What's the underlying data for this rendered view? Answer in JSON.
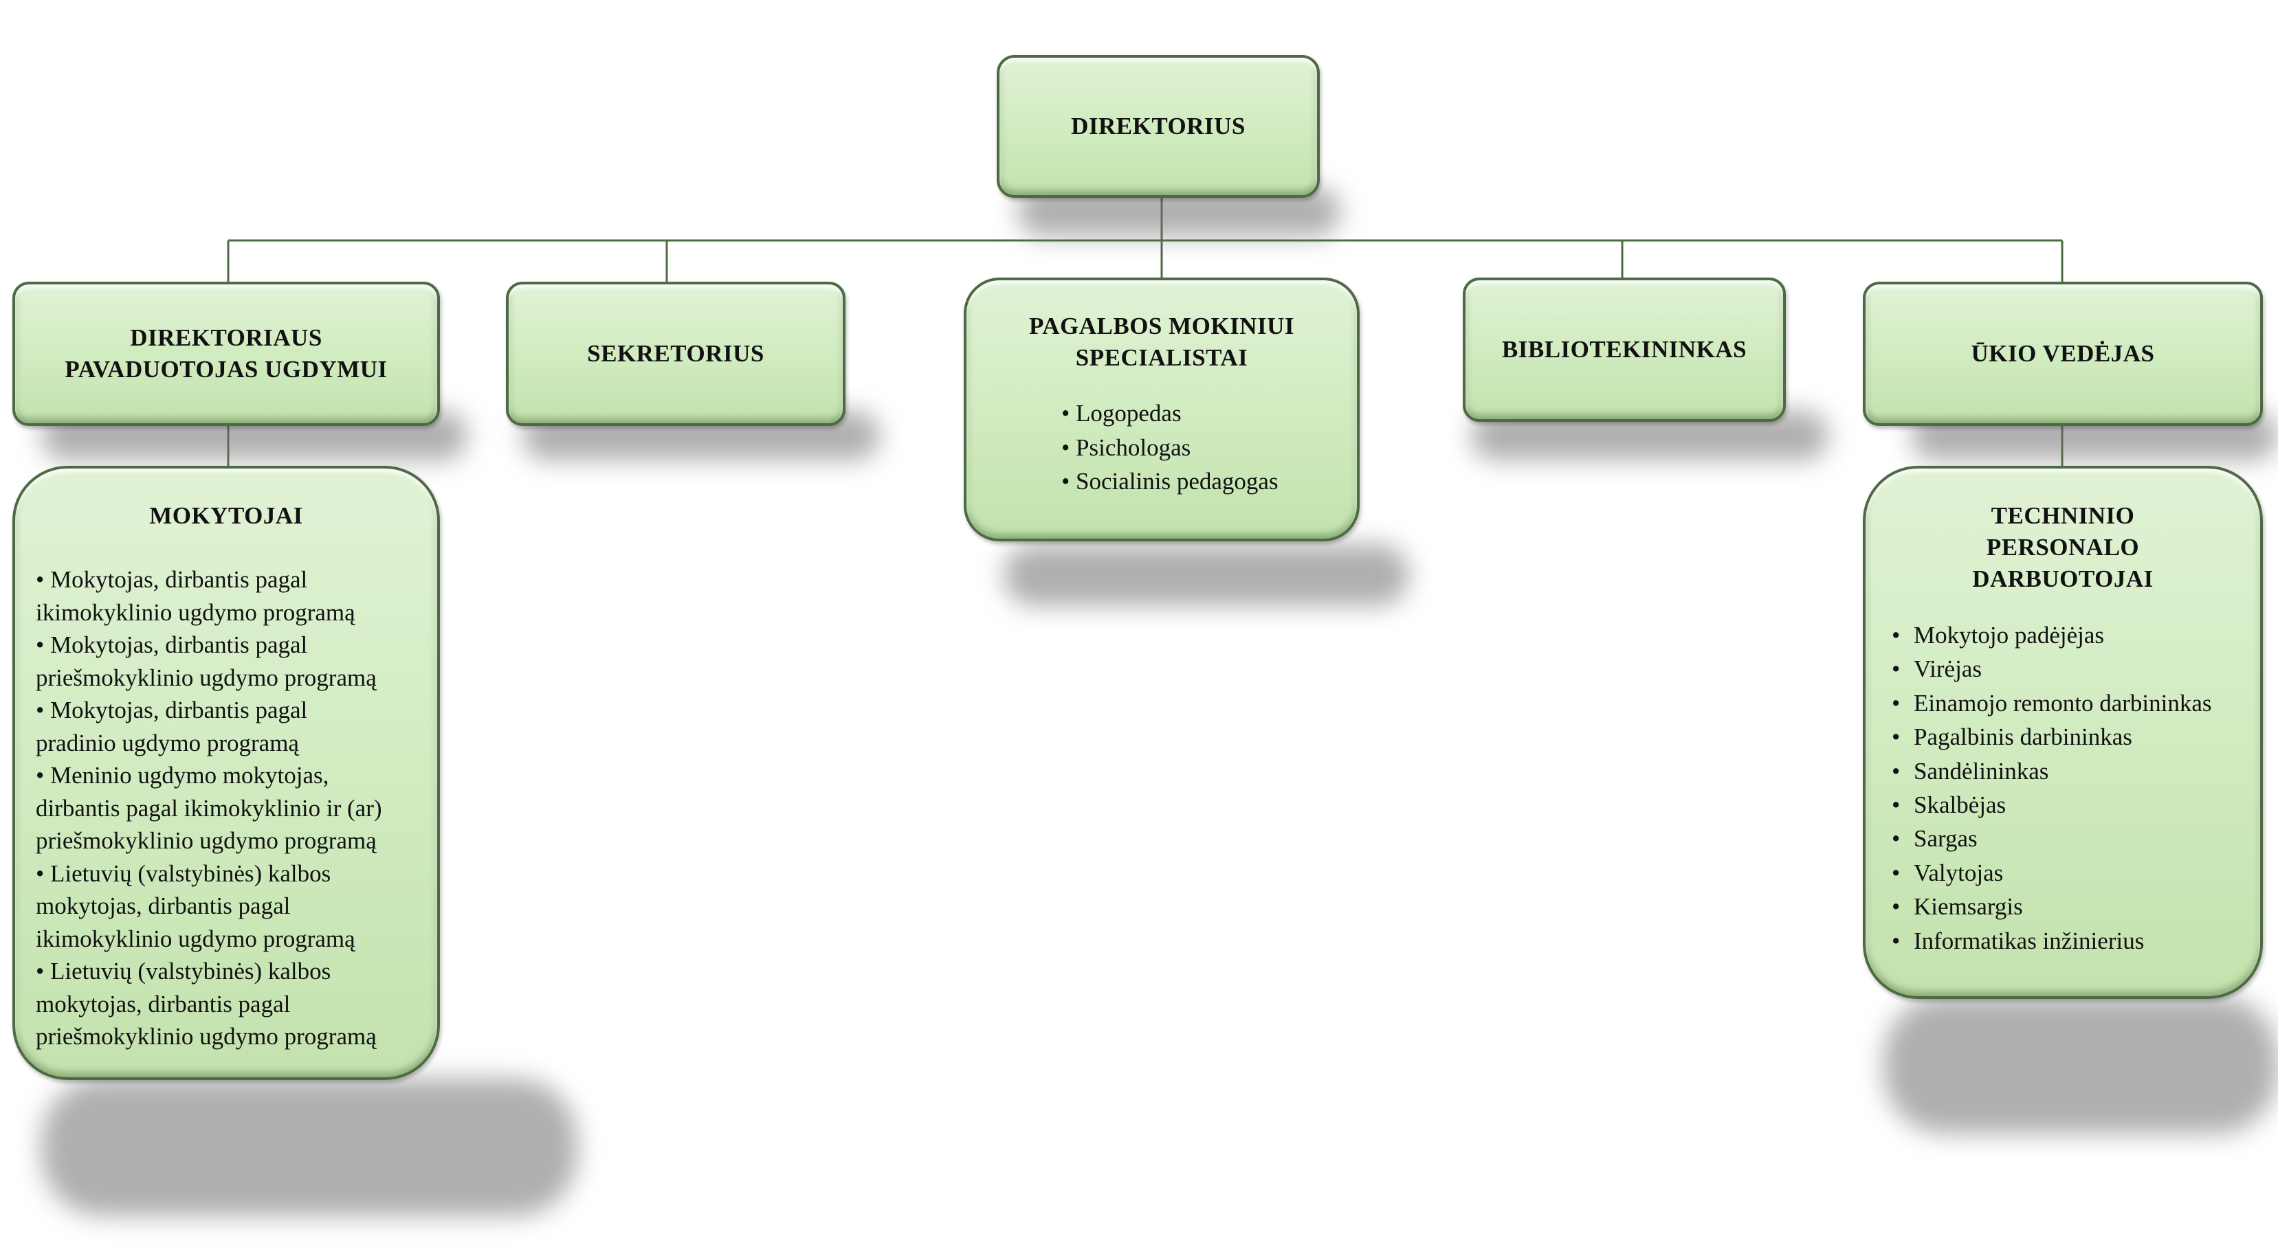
{
  "director": {
    "title": "DIREKTORIUS"
  },
  "deputy": {
    "title_line1": "DIREKTORIAUS",
    "title_line2": "PAVADUOTOJAS UGDYMUI"
  },
  "secretary": {
    "title": "SEKRETORIUS"
  },
  "support": {
    "title_line1": "PAGALBOS MOKINIUI",
    "title_line2": "SPECIALISTAI",
    "items": [
      "Logopedas",
      "Psichologas",
      "Socialinis pedagogas"
    ]
  },
  "librarian": {
    "title": "BIBLIOTEKININKAS"
  },
  "household": {
    "title": "ŪKIO VEDĖJAS"
  },
  "teachers": {
    "title": "MOKYTOJAI",
    "lines": [
      "• Mokytojas, dirbantis pagal",
      "ikimokyklinio ugdymo programą",
      "• Mokytojas, dirbantis pagal",
      "priešmokyklinio ugdymo programą",
      "• Mokytojas, dirbantis pagal",
      "pradinio ugdymo programą",
      "• Meninio ugdymo mokytojas,",
      "dirbantis pagal ikimokyklinio ir (ar)",
      "priešmokyklinio ugdymo programą",
      "• Lietuvių (valstybinės) kalbos",
      "mokytojas, dirbantis pagal",
      "ikimokyklinio ugdymo programą",
      "• Lietuvių (valstybinės) kalbos",
      "mokytojas, dirbantis pagal",
      "priešmokyklinio ugdymo programą"
    ]
  },
  "technical": {
    "title_line1": "TECHNINIO",
    "title_line2": "PERSONALO",
    "title_line3": "DARBUOTOJAI",
    "bullet": "•",
    "items": [
      "Mokytojo padėjėjas",
      "Virėjas",
      "Einamojo remonto darbininkas",
      "Pagalbinis darbininkas",
      "Sandėlininkas",
      "Skalbėjas",
      "Sargas",
      "Valytojas",
      "Kiemsargis",
      "Informatikas inžinierius"
    ]
  },
  "colors": {
    "box_fill": "#d0ebbf",
    "box_border": "#4d6b43",
    "connector": "#4d6b43"
  }
}
